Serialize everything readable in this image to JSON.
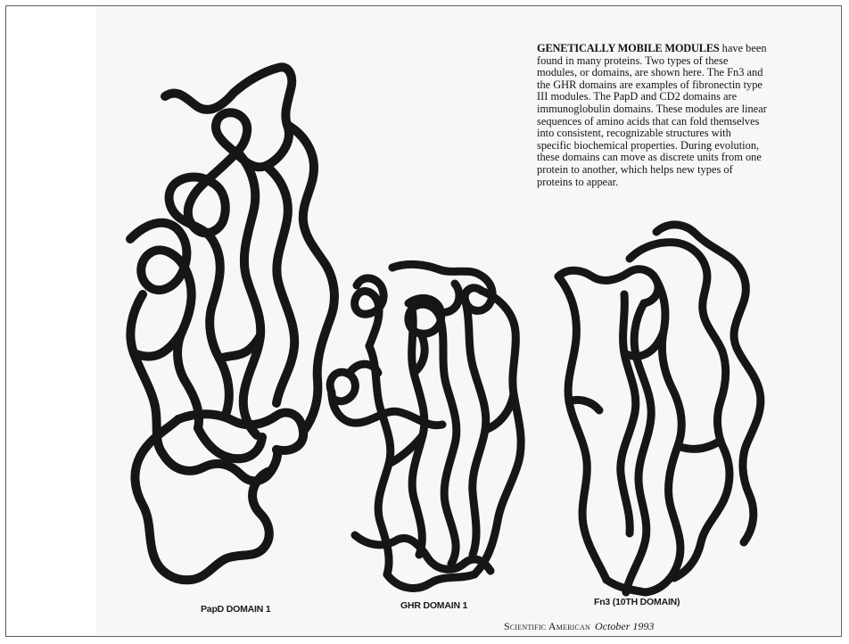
{
  "caption": {
    "lead": "GENETICALLY MOBILE MODULES",
    "body": " have been found in many proteins. Two types of these modules, or domains, are shown here. The Fn3 and the GHR domains are examples of fibronectin type III modules. The PapD and CD2 domains are immunoglobulin domains. These modules are linear sequences of amino acids that can fold themselves into consistent, recognizable structures with specific biochemical properties. During evolution, these domains can move as discrete units from one protein to another, which helps new types of proteins to appear."
  },
  "figures": {
    "papd_label": "PapD DOMAIN 1",
    "ghr_label": "GHR DOMAIN 1",
    "fn3_label": "Fn3 (10TH DOMAIN)"
  },
  "footer": {
    "magazine": "Scientific American",
    "date": "October 1993"
  },
  "colors": {
    "ink": "#161616",
    "paper": "#f7f7f6"
  }
}
